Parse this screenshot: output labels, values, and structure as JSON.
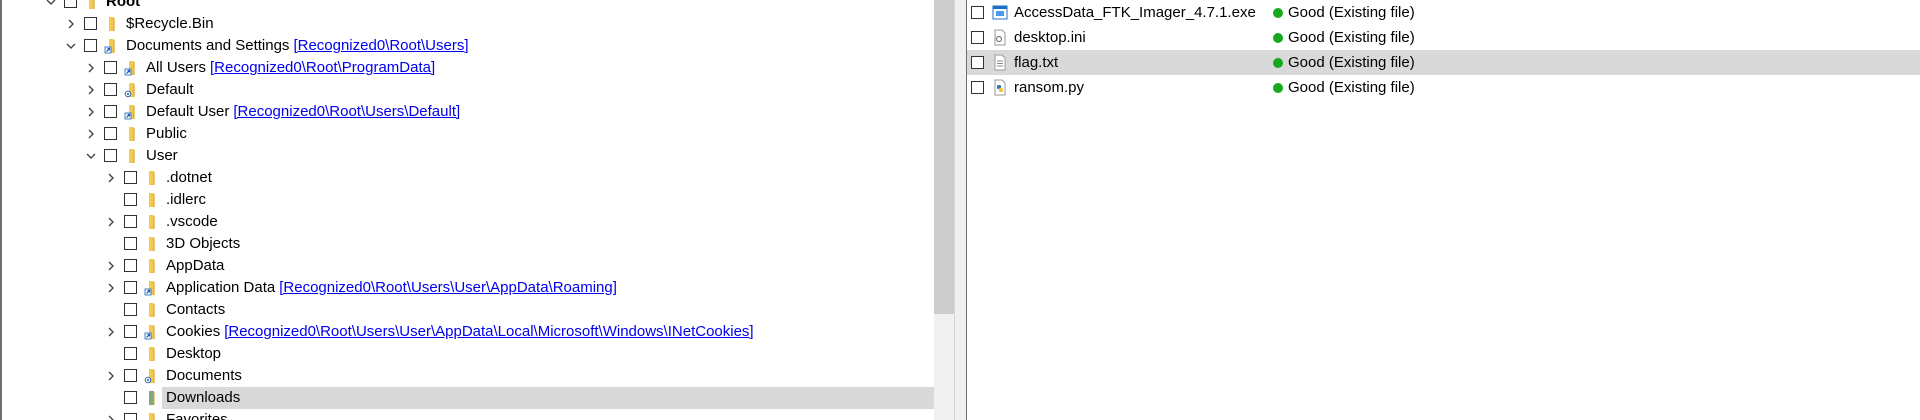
{
  "tree": {
    "items": [
      {
        "name": "tree-item-root",
        "label": "Root",
        "link": "",
        "depth": 0,
        "expander": "down",
        "icon": "folder",
        "bold": true,
        "selected": false
      },
      {
        "name": "tree-item-recycle-bin",
        "label": "$Recycle.Bin",
        "link": "",
        "depth": 1,
        "expander": "right",
        "icon": "folder",
        "bold": false,
        "selected": false
      },
      {
        "name": "tree-item-documents-and-settings",
        "label": "Documents and Settings",
        "link": "[Recognized0\\Root\\Users]",
        "depth": 1,
        "expander": "down",
        "icon": "folder-link",
        "bold": false,
        "selected": false
      },
      {
        "name": "tree-item-all-users",
        "label": "All Users",
        "link": "[Recognized0\\Root\\ProgramData]",
        "depth": 2,
        "expander": "right",
        "icon": "folder-link",
        "bold": false,
        "selected": false
      },
      {
        "name": "tree-item-default",
        "label": "Default",
        "link": "",
        "depth": 2,
        "expander": "right",
        "icon": "folder-special",
        "bold": false,
        "selected": false
      },
      {
        "name": "tree-item-default-user",
        "label": "Default User",
        "link": "[Recognized0\\Root\\Users\\Default]",
        "depth": 2,
        "expander": "right",
        "icon": "folder-link",
        "bold": false,
        "selected": false
      },
      {
        "name": "tree-item-public",
        "label": "Public",
        "link": "",
        "depth": 2,
        "expander": "right",
        "icon": "folder",
        "bold": false,
        "selected": false
      },
      {
        "name": "tree-item-user",
        "label": "User",
        "link": "",
        "depth": 2,
        "expander": "down",
        "icon": "folder",
        "bold": false,
        "selected": false
      },
      {
        "name": "tree-item-dotnet",
        "label": ".dotnet",
        "link": "",
        "depth": 3,
        "expander": "right",
        "icon": "folder",
        "bold": false,
        "selected": false
      },
      {
        "name": "tree-item-idlerc",
        "label": ".idlerc",
        "link": "",
        "depth": 3,
        "expander": "none",
        "icon": "folder",
        "bold": false,
        "selected": false
      },
      {
        "name": "tree-item-vscode",
        "label": ".vscode",
        "link": "",
        "depth": 3,
        "expander": "right",
        "icon": "folder",
        "bold": false,
        "selected": false
      },
      {
        "name": "tree-item-3d-objects",
        "label": "3D Objects",
        "link": "",
        "depth": 3,
        "expander": "none",
        "icon": "folder",
        "bold": false,
        "selected": false
      },
      {
        "name": "tree-item-appdata",
        "label": "AppData",
        "link": "",
        "depth": 3,
        "expander": "right",
        "icon": "folder",
        "bold": false,
        "selected": false
      },
      {
        "name": "tree-item-application-data",
        "label": "Application Data",
        "link": "[Recognized0\\Root\\Users\\User\\AppData\\Roaming]",
        "depth": 3,
        "expander": "right",
        "icon": "folder-link",
        "bold": false,
        "selected": false
      },
      {
        "name": "tree-item-contacts",
        "label": "Contacts",
        "link": "",
        "depth": 3,
        "expander": "none",
        "icon": "folder",
        "bold": false,
        "selected": false
      },
      {
        "name": "tree-item-cookies",
        "label": "Cookies",
        "link": "[Recognized0\\Root\\Users\\User\\AppData\\Local\\Microsoft\\Windows\\INetCookies]",
        "depth": 3,
        "expander": "right",
        "icon": "folder-link",
        "bold": false,
        "selected": false
      },
      {
        "name": "tree-item-desktop",
        "label": "Desktop",
        "link": "",
        "depth": 3,
        "expander": "none",
        "icon": "folder",
        "bold": false,
        "selected": false
      },
      {
        "name": "tree-item-documents",
        "label": "Documents",
        "link": "",
        "depth": 3,
        "expander": "right",
        "icon": "folder-special",
        "bold": false,
        "selected": false
      },
      {
        "name": "tree-item-downloads",
        "label": "Downloads",
        "link": "",
        "depth": 3,
        "expander": "none",
        "icon": "folder-selected",
        "bold": false,
        "selected": true
      },
      {
        "name": "tree-item-favorites",
        "label": "Favorites",
        "link": "",
        "depth": 3,
        "expander": "right",
        "icon": "folder",
        "bold": false,
        "selected": false
      }
    ]
  },
  "files": {
    "rows": [
      {
        "name": "file-row-accessdata",
        "icon": "exe",
        "filename": "AccessData_FTK_Imager_4.7.1.exe",
        "status": "Good (Existing file)",
        "selected": false
      },
      {
        "name": "file-row-desktop-ini",
        "icon": "ini",
        "filename": "desktop.ini",
        "status": "Good (Existing file)",
        "selected": false
      },
      {
        "name": "file-row-flag-txt",
        "icon": "txt",
        "filename": "flag.txt",
        "status": "Good (Existing file)",
        "selected": true
      },
      {
        "name": "file-row-ransom-py",
        "icon": "py",
        "filename": "ransom.py",
        "status": "Good (Existing file)",
        "selected": false
      }
    ]
  },
  "colors": {
    "folder": "#f4c94f",
    "folder_selected": "#7fa67f",
    "link": "#0000ee",
    "status_good": "#17a81e",
    "selection": "#d9d9d9"
  }
}
